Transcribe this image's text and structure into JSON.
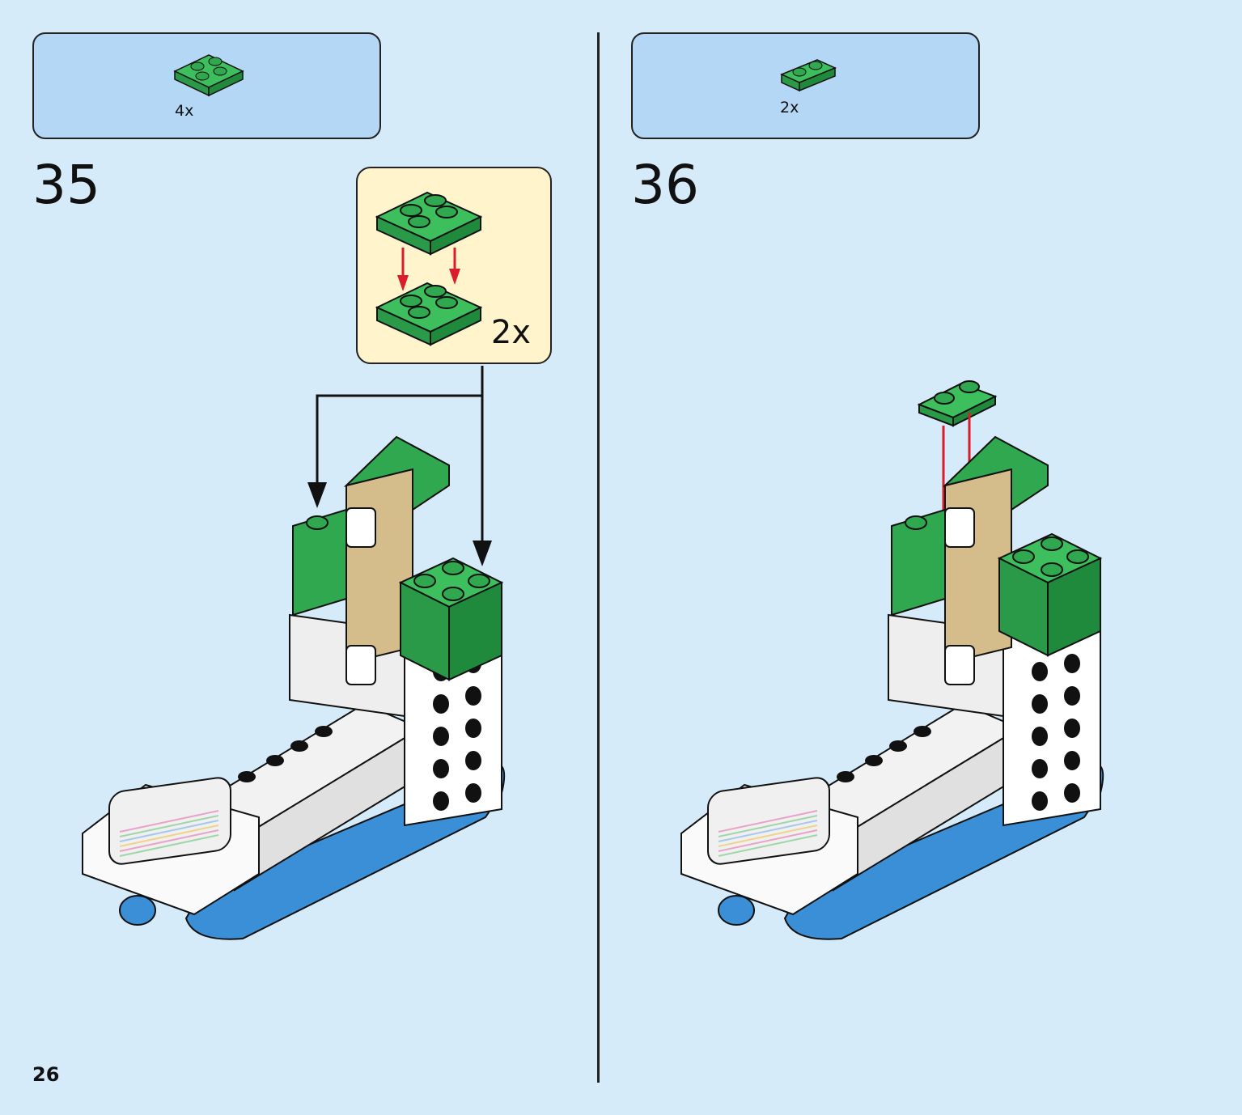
{
  "page_number": "26",
  "steps": [
    {
      "number": "35",
      "parts_qty": "4x",
      "callout_qty": "2x"
    },
    {
      "number": "36",
      "parts_qty": "2x"
    }
  ],
  "colors": {
    "background": "#d6ebfa",
    "parts_box": "#b3d7f5",
    "callout": "#fff4cc",
    "brick_green": "#2fa84f",
    "brick_blue": "#3a8fd6",
    "brick_tan": "#d4bd8a",
    "guide_red": "#d81e2a"
  }
}
